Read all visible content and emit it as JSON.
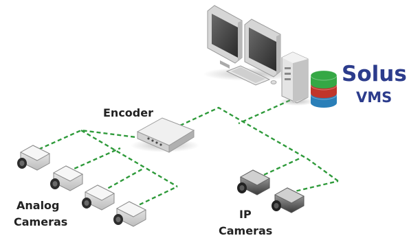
{
  "labels": {
    "encoder": "Encoder",
    "analog_line1": "Analog",
    "analog_line2": "Cameras",
    "ip_line1": "IP",
    "ip_line2": "Cameras"
  },
  "brand": {
    "name": "Solus",
    "sub": "VMS",
    "color": "#2c3c8c"
  },
  "colors": {
    "link": "#2e9a3a",
    "db_green": "#35a845",
    "db_red": "#c0352b",
    "db_blue": "#2a7fb8"
  },
  "icons": {
    "workstation": "dual-monitor-workstation",
    "server": "server-tower",
    "database": "database-stack",
    "encoder": "encoder-box",
    "analog_camera": "analog-camera",
    "ip_camera": "ip-camera"
  }
}
